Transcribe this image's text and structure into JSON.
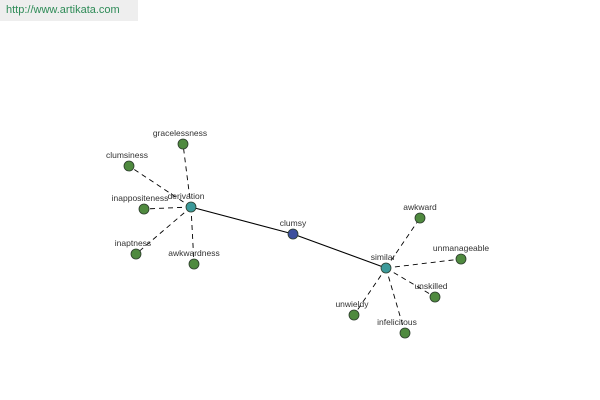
{
  "watermark": {
    "text": "http://www.artikata.com"
  },
  "graph": {
    "colors": {
      "center": "#3d4f9e",
      "hub": "#3c9a9a",
      "leaf": "#4f8a3f",
      "node_stroke": "#2b3b2b",
      "edge": "#000000"
    },
    "nodes": [
      {
        "id": "clumsy",
        "label": "clumsy",
        "kind": "center"
      },
      {
        "id": "derivation",
        "label": "derivation",
        "kind": "hub"
      },
      {
        "id": "similar",
        "label": "similar",
        "kind": "hub"
      },
      {
        "id": "gracelessness",
        "label": "gracelessness",
        "kind": "leaf"
      },
      {
        "id": "clumsiness",
        "label": "clumsiness",
        "kind": "leaf"
      },
      {
        "id": "inappositeness",
        "label": "inappositeness",
        "kind": "leaf"
      },
      {
        "id": "inaptness",
        "label": "inaptness",
        "kind": "leaf"
      },
      {
        "id": "awkwardness",
        "label": "awkwardness",
        "kind": "leaf"
      },
      {
        "id": "awkward",
        "label": "awkward",
        "kind": "leaf"
      },
      {
        "id": "unmanageable",
        "label": "unmanageable",
        "kind": "leaf"
      },
      {
        "id": "unskilled",
        "label": "unskilled",
        "kind": "leaf"
      },
      {
        "id": "infelicitous",
        "label": "infelicitous",
        "kind": "leaf"
      },
      {
        "id": "unwieldy",
        "label": "unwieldy",
        "kind": "leaf"
      }
    ],
    "edges": [
      {
        "from": "clumsy",
        "to": "derivation",
        "style": "solid"
      },
      {
        "from": "clumsy",
        "to": "similar",
        "style": "solid"
      },
      {
        "from": "derivation",
        "to": "gracelessness",
        "style": "dashed"
      },
      {
        "from": "derivation",
        "to": "clumsiness",
        "style": "dashed"
      },
      {
        "from": "derivation",
        "to": "inappositeness",
        "style": "dashed"
      },
      {
        "from": "derivation",
        "to": "inaptness",
        "style": "dashed"
      },
      {
        "from": "derivation",
        "to": "awkwardness",
        "style": "dashed"
      },
      {
        "from": "similar",
        "to": "awkward",
        "style": "dashed"
      },
      {
        "from": "similar",
        "to": "unmanageable",
        "style": "dashed"
      },
      {
        "from": "similar",
        "to": "unskilled",
        "style": "dashed"
      },
      {
        "from": "similar",
        "to": "infelicitous",
        "style": "dashed"
      },
      {
        "from": "similar",
        "to": "unwieldy",
        "style": "dashed"
      }
    ]
  }
}
